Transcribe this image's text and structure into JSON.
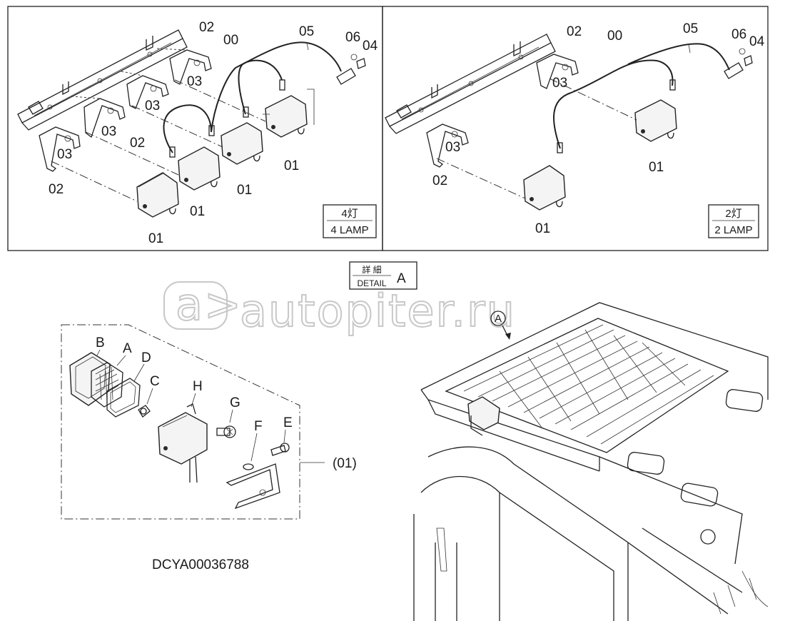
{
  "panels": {
    "left": {
      "labels": {
        "p00": "00",
        "p05": "05",
        "p06": "06",
        "p04": "04",
        "p02a": "02",
        "p02b": "02",
        "p02c": "02",
        "p03a": "03",
        "p03b": "03",
        "p03c": "03",
        "p03d": "03",
        "p01a": "01",
        "p01b": "01",
        "p01c": "01",
        "p01d": "01"
      },
      "badge": {
        "jp": "4灯",
        "en": "4 LAMP"
      }
    },
    "right": {
      "labels": {
        "p02a": "02",
        "p00": "00",
        "p05": "05",
        "p06": "06",
        "p04": "04",
        "p03a": "03",
        "p03b": "03",
        "p02b": "02",
        "p01a": "01",
        "p01b": "01"
      },
      "badge": {
        "jp": "2灯",
        "en": "2 LAMP"
      }
    }
  },
  "detail_tag": {
    "jp": "詳 細",
    "en": "DETAIL",
    "letter": "A"
  },
  "exploded": {
    "letters": {
      "B": "B",
      "A": "A",
      "D": "D",
      "C": "C",
      "H": "H",
      "G": "G",
      "F": "F",
      "E": "E"
    },
    "ref": "(01)"
  },
  "cab": {
    "callout": "A"
  },
  "drawing_number": "DCYA00036788",
  "watermark": "autopiter.ru"
}
